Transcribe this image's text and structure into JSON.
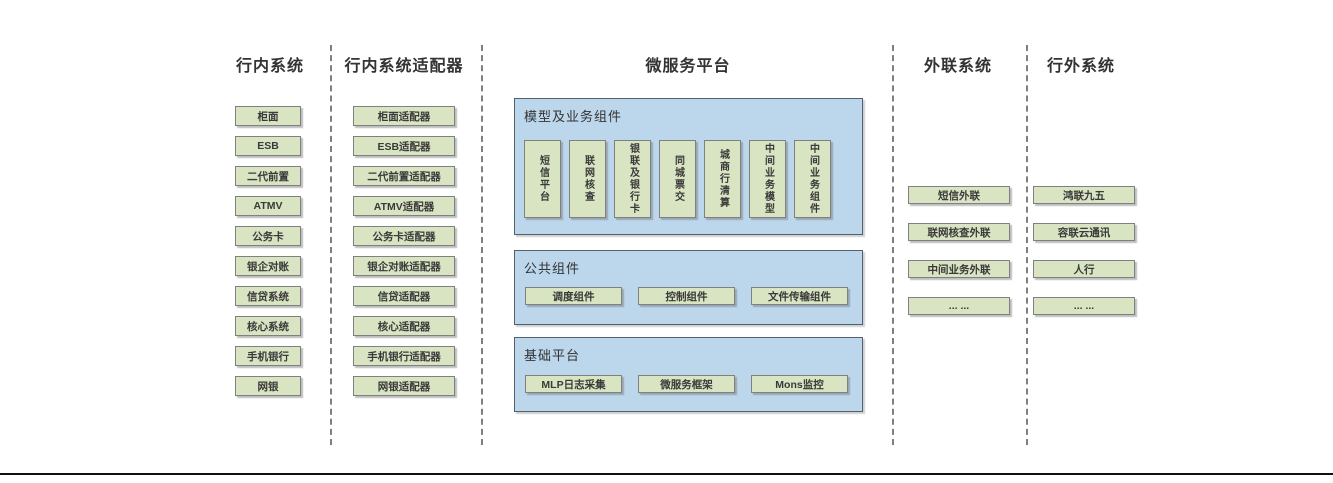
{
  "diagram": {
    "lanes": {
      "internal_systems": {
        "title": "行内系统",
        "items": [
          "柜面",
          "ESB",
          "二代前置",
          "ATMV",
          "公务卡",
          "银企对账",
          "信贷系统",
          "核心系统",
          "手机银行",
          "网银"
        ]
      },
      "internal_adapters": {
        "title": "行内系统适配器",
        "items": [
          "柜面适配器",
          "ESB适配器",
          "二代前置适配器",
          "ATMV适配器",
          "公务卡适配器",
          "银企对账适配器",
          "信贷适配器",
          "核心适配器",
          "手机银行适配器",
          "网银适配器"
        ]
      },
      "microservice_platform": {
        "title": "微服务平台",
        "model_business_components": {
          "title": "模型及业务组件",
          "items": [
            "短信平台",
            "联网核查",
            "银联及银行卡",
            "同城票交",
            "城商行清算",
            "中间业务模型",
            "中间业务组件"
          ]
        },
        "common_components": {
          "title": "公共组件",
          "items": [
            "调度组件",
            "控制组件",
            "文件传输组件"
          ]
        },
        "base_platform": {
          "title": "基础平台",
          "items": [
            "MLP日志采集",
            "微服务框架",
            "Mons监控"
          ]
        }
      },
      "outreach_systems": {
        "title": "外联系统",
        "items": [
          "短信外联",
          "联网核查外联",
          "中间业务外联",
          "... ..."
        ]
      },
      "external_systems": {
        "title": "行外系统",
        "items": [
          "鸿联九五",
          "容联云通讯",
          "人行",
          "... ..."
        ]
      }
    },
    "colors": {
      "box_fill": "#d8e4c2",
      "box_border": "#808080",
      "panel_fill": "#bcd6ec",
      "panel_border": "#53616f",
      "divider": "#7f7f7f",
      "text": "#333333",
      "rule": "#111111"
    }
  }
}
